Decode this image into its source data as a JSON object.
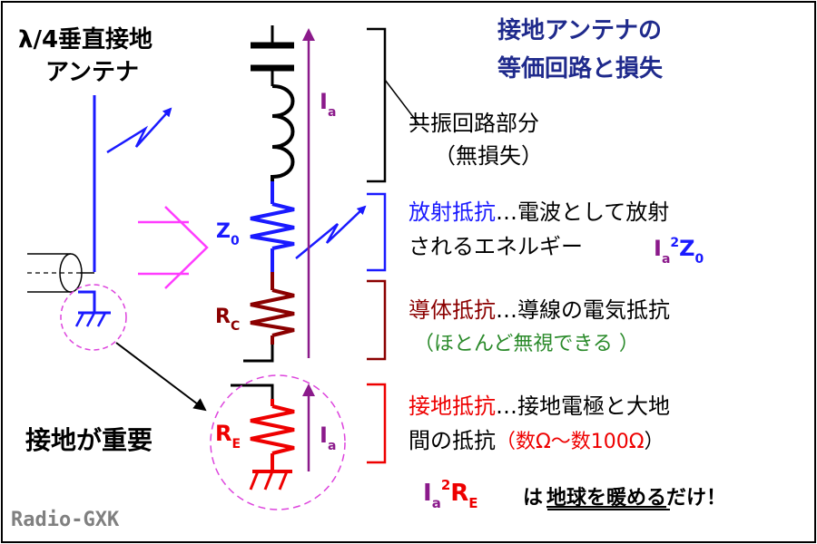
{
  "colors": {
    "black": "#000000",
    "blue": "#1a1aff",
    "navy": "#1f2a8c",
    "magenta": "#ff3cff",
    "purple": "#8b1a8b",
    "darkred": "#8b0000",
    "red": "#ee0000",
    "green": "#2a8a2a",
    "gray": "#808080",
    "dashed_circle": "#dd44dd"
  },
  "antenna_title": {
    "line1": "λ/4垂直接地",
    "line2": "アンテナ"
  },
  "main_title": {
    "line1": "接地アンテナの",
    "line2": "等価回路と損失"
  },
  "labels": {
    "current_sym": "I",
    "current_sub": "a",
    "z_sym": "Z",
    "z_sub": "0",
    "rc_sym": "R",
    "rc_sub": "C",
    "re_sym": "R",
    "re_sub": "E"
  },
  "resonant": {
    "line1": "共振回路部分",
    "line2": "（無損失）"
  },
  "radiation": {
    "term": "放射抵抗",
    "desc1": "…電波として放射",
    "desc2": "されるエネルギー",
    "formula_I": "I",
    "formula_a": "a",
    "formula_2": "2",
    "formula_Z": "Z",
    "formula_0": "0"
  },
  "conductor": {
    "term": "導体抵抗",
    "desc": "…導線の電気抵抗",
    "note": "（ほとんど無視できる ）"
  },
  "ground_res": {
    "term": "接地抵抗",
    "desc1": "…接地電極と大地",
    "desc2a": "間の抵抗",
    "desc2b": "（数Ω～数100Ω",
    "desc2c": "）"
  },
  "bottom_formula": {
    "I": "I",
    "a": "a",
    "two": "2",
    "R": "R",
    "E": "E",
    "ha": "は",
    "underlined": "地球を暖める",
    "tail": "だけ！"
  },
  "ground_important": "接地が重要",
  "credit": "Radio-GXK"
}
